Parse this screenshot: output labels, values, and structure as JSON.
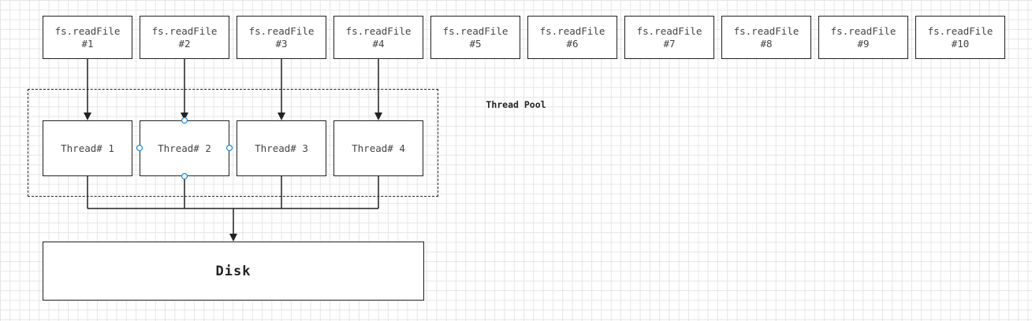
{
  "read_calls": [
    {
      "label": "fs.readFile",
      "num": "#1"
    },
    {
      "label": "fs.readFile",
      "num": "#2"
    },
    {
      "label": "fs.readFile",
      "num": "#3"
    },
    {
      "label": "fs.readFile",
      "num": "#4"
    },
    {
      "label": "fs.readFile",
      "num": "#5"
    },
    {
      "label": "fs.readFile",
      "num": "#6"
    },
    {
      "label": "fs.readFile",
      "num": "#7"
    },
    {
      "label": "fs.readFile",
      "num": "#8"
    },
    {
      "label": "fs.readFile",
      "num": "#9"
    },
    {
      "label": "fs.readFile",
      "num": "#10"
    }
  ],
  "pool": {
    "title": "Thread Pool",
    "threads": [
      "Thread# 1",
      "Thread# 2",
      "Thread# 3",
      "Thread# 4"
    ]
  },
  "disk": {
    "label": "Disk"
  },
  "colors": {
    "line": "#222222",
    "selection_handle": "#1a8fd1",
    "grid": "#e6e6e6"
  }
}
